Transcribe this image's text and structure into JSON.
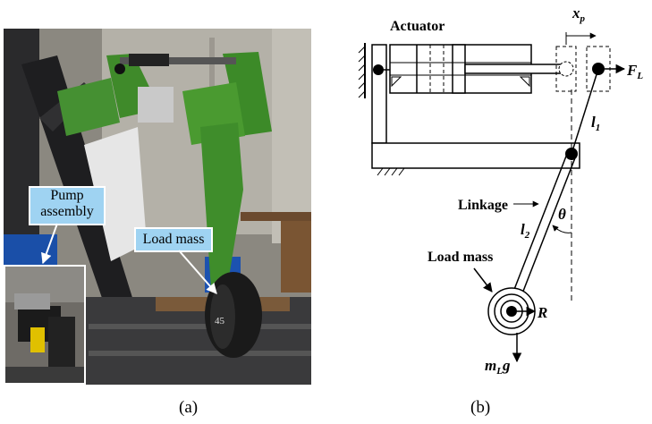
{
  "photo": {
    "pump_callout": [
      "Pump",
      "assembly"
    ],
    "load_callout": "Load mass",
    "plate_label": "45"
  },
  "schematic": {
    "actuator_label": "Actuator",
    "xp_label": "x",
    "xp_sub": "p",
    "force_label": "F",
    "force_sub": "L",
    "l1_label": "l",
    "l1_sub": "1",
    "l2_label": "l",
    "l2_sub": "2",
    "linkage_label": "Linkage",
    "theta_label": "θ",
    "load_mass_label": "Load mass",
    "radius_label": "R",
    "weight_label": "m",
    "weight_sub": "L",
    "weight_g": "g"
  },
  "captions": {
    "a": "(a)",
    "b": "(b)"
  }
}
